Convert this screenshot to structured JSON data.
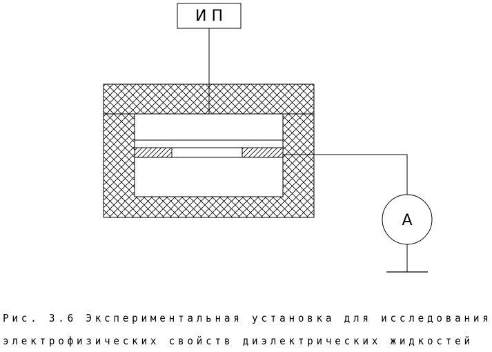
{
  "diagram": {
    "power_source_label": "И П",
    "ammeter_label": "A"
  },
  "caption": {
    "line1": "Рис. 3.6 Экспериментальная установка для исследования",
    "line2": "электрофизических свойств диэлектрических жидкостей"
  }
}
